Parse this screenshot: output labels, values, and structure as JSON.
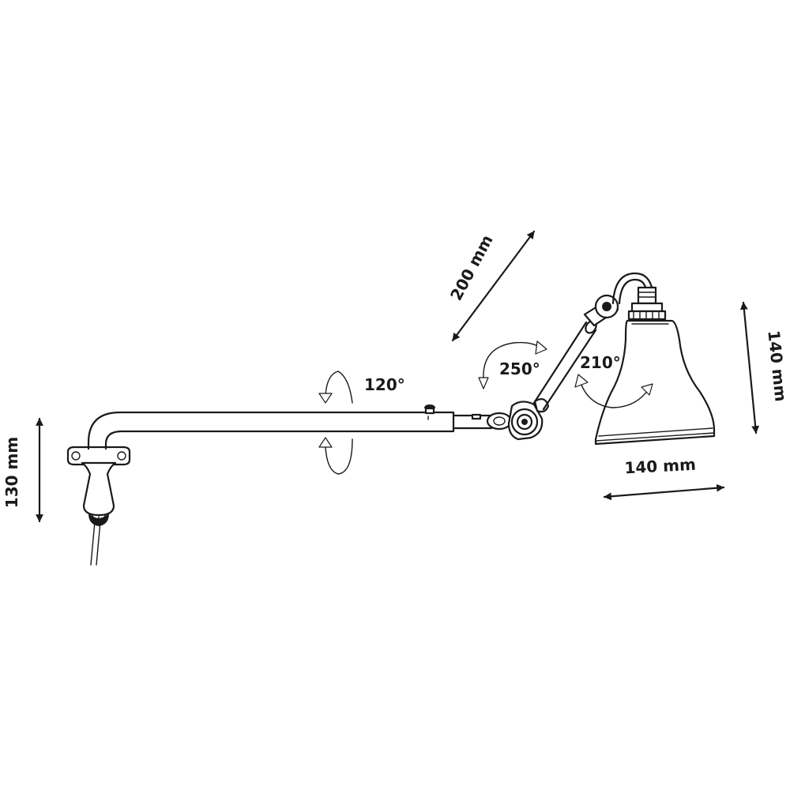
{
  "dimensions": {
    "base_height": "130 mm",
    "arm_length": "200 mm",
    "shade_height": "140 mm",
    "shade_width": "140 mm"
  },
  "rotations": {
    "main_arm": "120°",
    "elbow": "250°",
    "shade": "210°"
  }
}
